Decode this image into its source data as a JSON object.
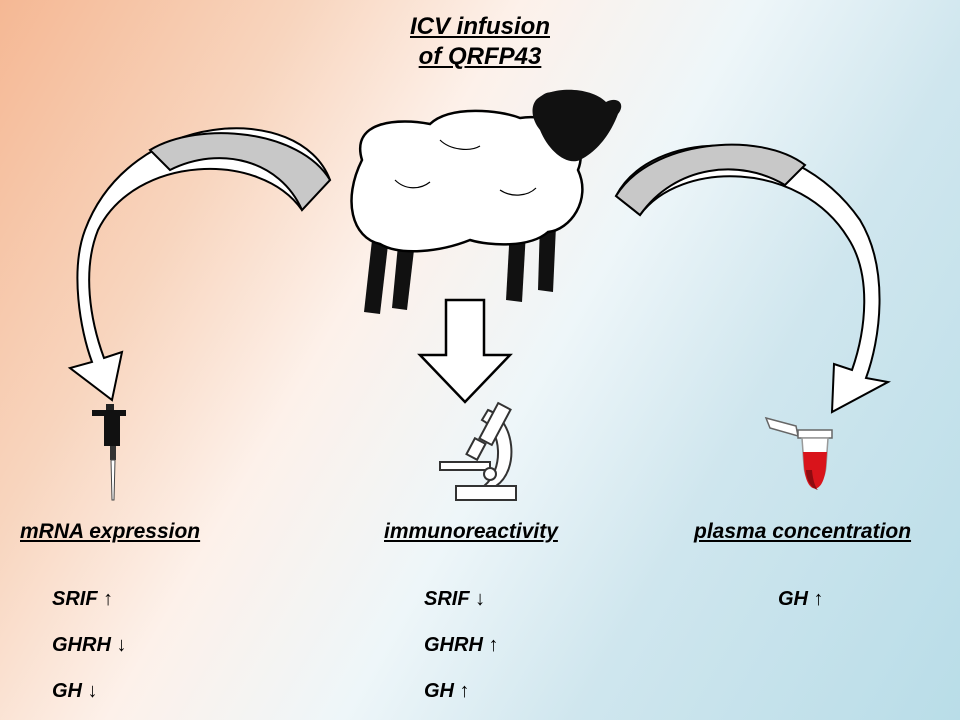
{
  "title": {
    "line1": "ICV infusion",
    "line2": "of QRFP43"
  },
  "columns": [
    {
      "heading": "mRNA expression",
      "icon": "pipette-icon",
      "items": [
        "SRIF  ↑",
        "GHRH ↓",
        "GH ↓"
      ]
    },
    {
      "heading": "immunoreactivity",
      "icon": "microscope-icon",
      "items": [
        "SRIF ↓",
        "GHRH ↑",
        "GH ↑"
      ]
    },
    {
      "heading": "plasma concentration",
      "icon": "blood-tube-icon",
      "items": [
        "GH ↑"
      ]
    }
  ],
  "colors": {
    "arrow_gray": "#c8c8c8",
    "blood_red": "#d9141b"
  }
}
